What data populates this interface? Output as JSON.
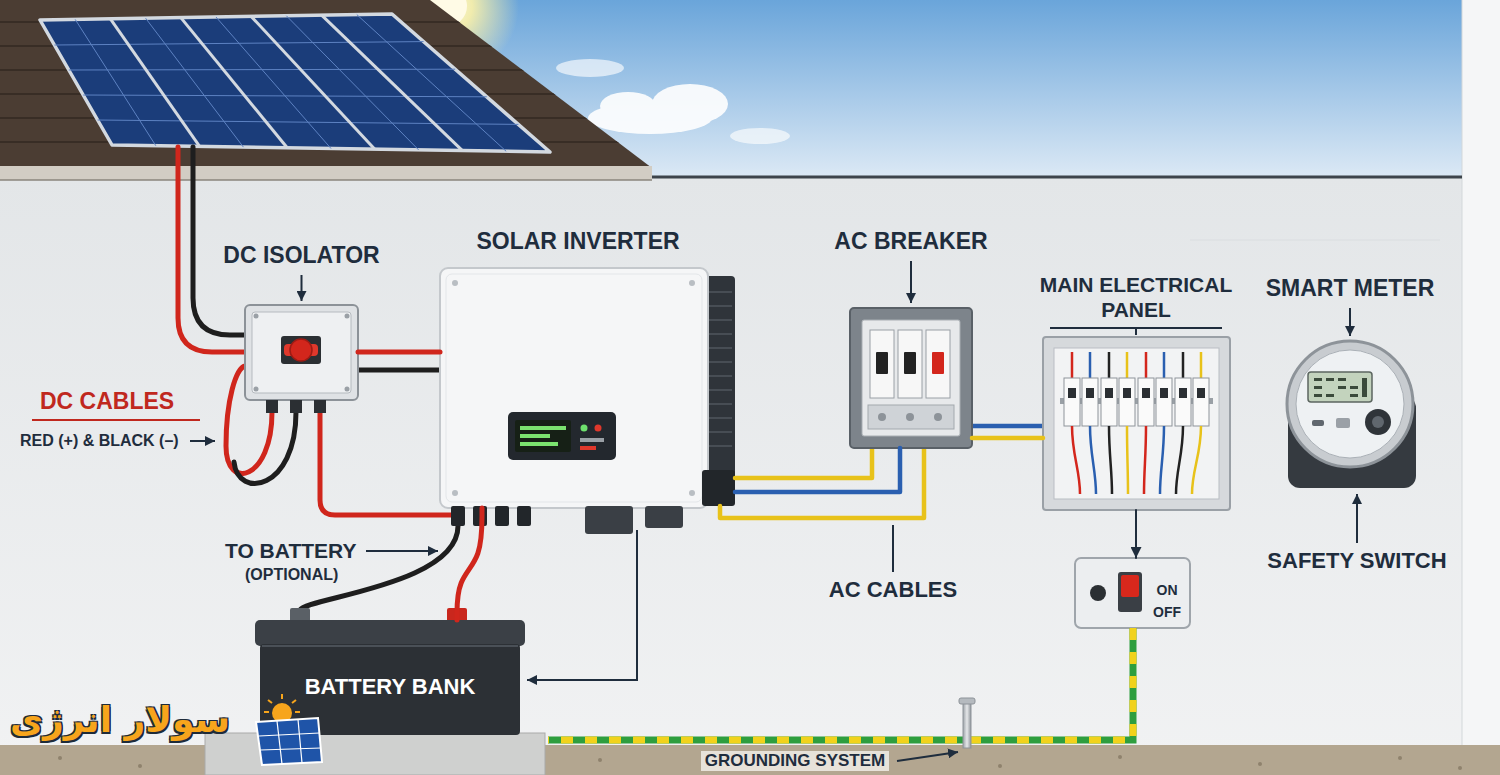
{
  "diagram": {
    "nodes": [
      {
        "text": [
          "DC ISOLATOR"
        ]
      },
      {
        "text": [
          "SOLAR INVERTER"
        ]
      },
      {
        "text": [
          "AC BREAKER"
        ]
      },
      {
        "text": [
          "MAIN ELECTRICAL PANEL"
        ]
      },
      {
        "text": [
          "SMART METER"
        ]
      },
      {
        "text": [
          "BATTERY BANK"
        ]
      },
      {
        "text": [
          "ON",
          "OFF"
        ]
      }
    ],
    "edges": [
      {
        "from": 0,
        "to": 1,
        "arrow": "none"
      },
      {
        "from": 1,
        "to": 5,
        "arrow": "none"
      },
      {
        "from": 1,
        "to": 2,
        "arrow": "none"
      },
      {
        "from": 2,
        "to": 3,
        "arrow": "none"
      },
      {
        "from": 3,
        "to": 6,
        "arrow": "to"
      }
    ],
    "labels": [
      "DC CABLES",
      "RED (+) & BLACK (–)",
      "TO BATTERY",
      "(OPTIONAL)",
      "AC CABLES",
      "SAFETY SWITCH",
      "GROUNDING SYSTEM",
      "سولار انرژی"
    ]
  }
}
